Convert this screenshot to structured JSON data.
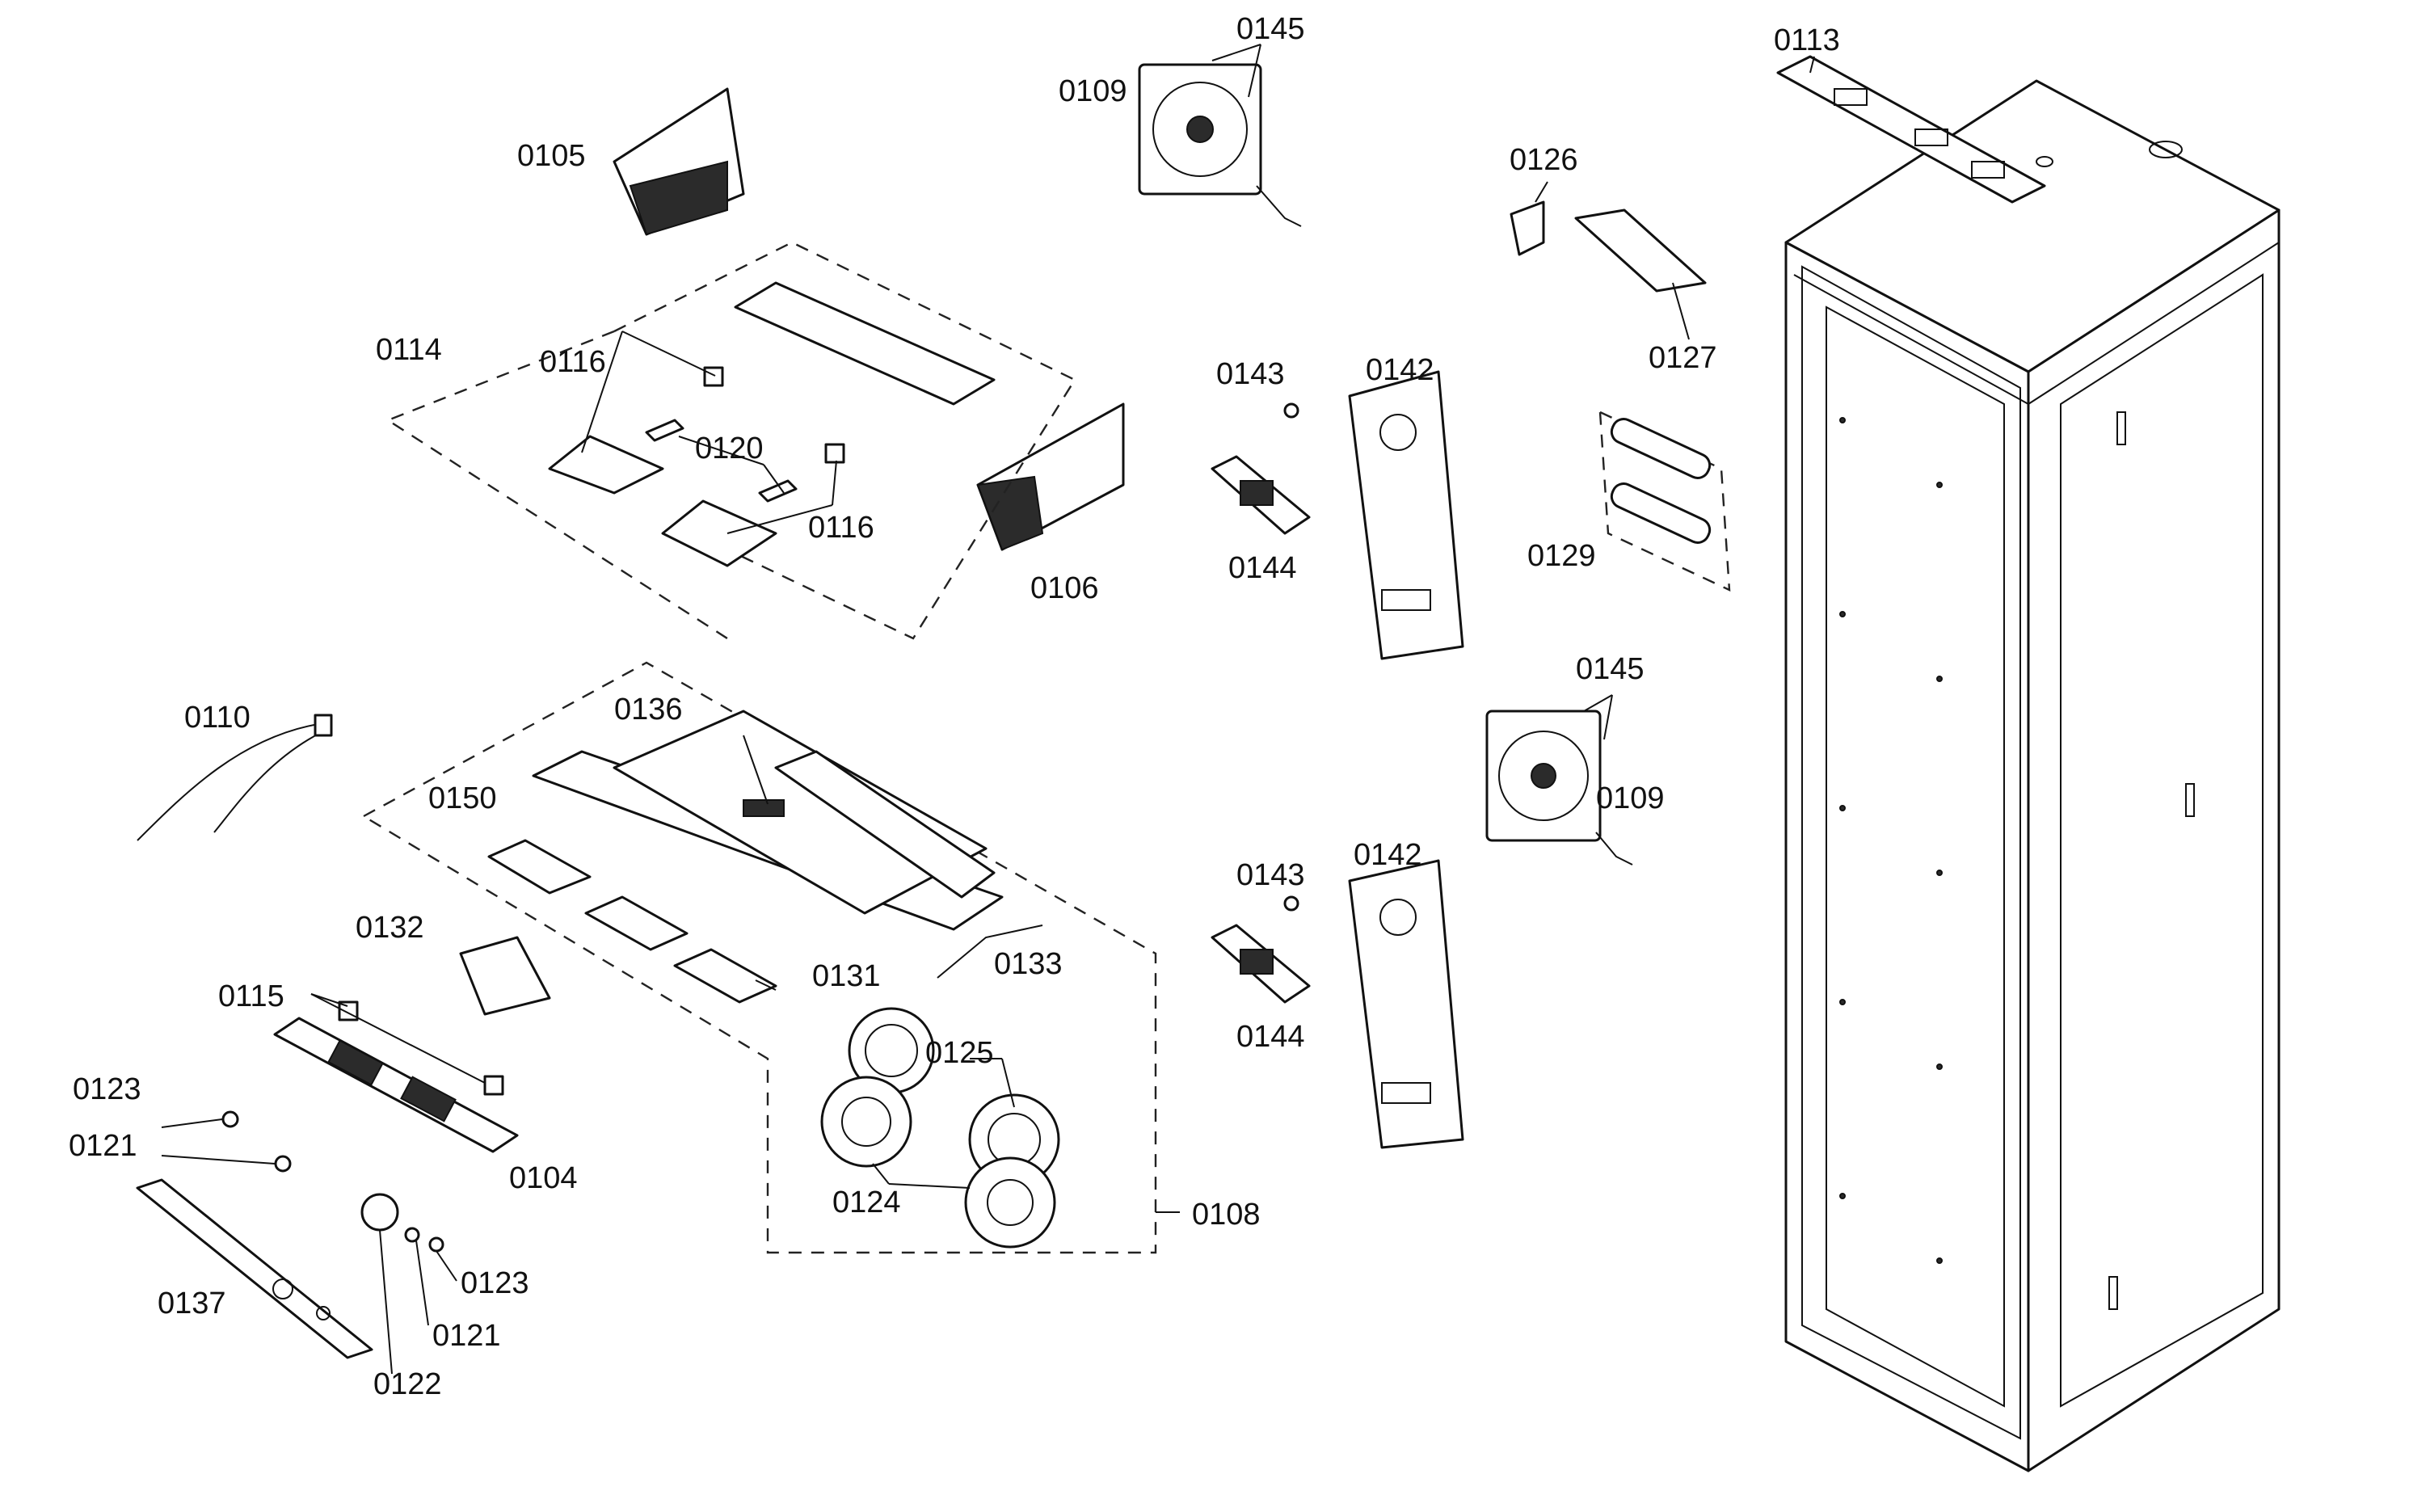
{
  "callouts": {
    "c0145a": "0145",
    "c0109a": "0109",
    "c0105": "0105",
    "c0113": "0113",
    "c0126": "0126",
    "c0127": "0127",
    "c0114": "0114",
    "c0116a": "0116",
    "c0120": "0120",
    "c0116b": "0116",
    "c0143a": "0143",
    "c0142a": "0142",
    "c0144a": "0144",
    "c0106": "0106",
    "c0129": "0129",
    "c0145b": "0145",
    "c0109b": "0109",
    "c0110": "0110",
    "c0136": "0136",
    "c0150": "0150",
    "c0143b": "0143",
    "c0142b": "0142",
    "c0132": "0132",
    "c0131": "0131",
    "c0133": "0133",
    "c0115": "0115",
    "c0144b": "0144",
    "c0125": "0125",
    "c0123a": "0123",
    "c0121a": "0121",
    "c0104": "0104",
    "c0124": "0124",
    "c0108": "0108",
    "c0137": "0137",
    "c0123b": "0123",
    "c0121b": "0121",
    "c0122": "0122"
  }
}
